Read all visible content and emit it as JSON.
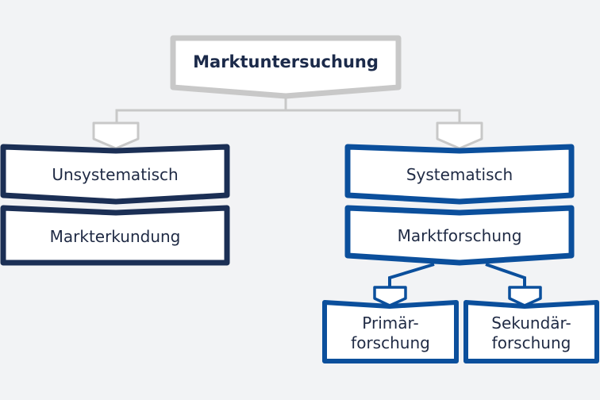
{
  "colors": {
    "background": "#f2f3f5",
    "root_border": "#c8c8c8",
    "left_branch": "#1b2f55",
    "right_branch": "#0b4f9c",
    "text": "#1f2a44"
  },
  "diagram": {
    "root": {
      "label": "Marktuntersuchung"
    },
    "left": {
      "category": "Unsystematisch",
      "method": "Markterkundung"
    },
    "right": {
      "category": "Systematisch",
      "method": "Marktforschung",
      "children": [
        {
          "label_line1": "Primär-",
          "label_line2": "forschung"
        },
        {
          "label_line1": "Sekundär-",
          "label_line2": "forschung"
        }
      ]
    }
  }
}
